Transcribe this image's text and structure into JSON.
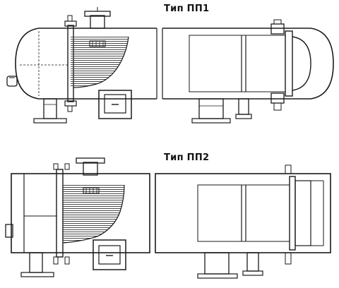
{
  "drawings": [
    {
      "id": "pp1",
      "label": "Тип ПП1"
    },
    {
      "id": "pp2",
      "label": "Тип ПП2"
    }
  ],
  "colors": {
    "line": "#1a1a1a",
    "hatch": "#4a4a4a",
    "background": "#ffffff"
  }
}
